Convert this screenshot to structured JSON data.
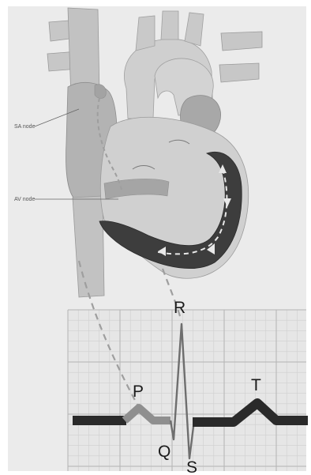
{
  "labels": {
    "sa_node": "SA node",
    "av_node": "AV node"
  },
  "ecg_waves": {
    "p": "P",
    "q": "Q",
    "r": "R",
    "s": "S",
    "t": "T"
  },
  "colors": {
    "background": "#ebebeb",
    "paper": "#e6e6e6",
    "grid_minor": "#cfcfcf",
    "grid_major": "#b3b3b3",
    "heart_light": "#c7c7c7",
    "heart_mid": "#ababab",
    "heart_dark": "#3a3a3a",
    "ventricle_wall": "#3d3d3d",
    "ecg_trace": "#2a2a2a",
    "ecg_highlight": "#8f8f8f",
    "conduction_path": "#9e9e9e"
  }
}
